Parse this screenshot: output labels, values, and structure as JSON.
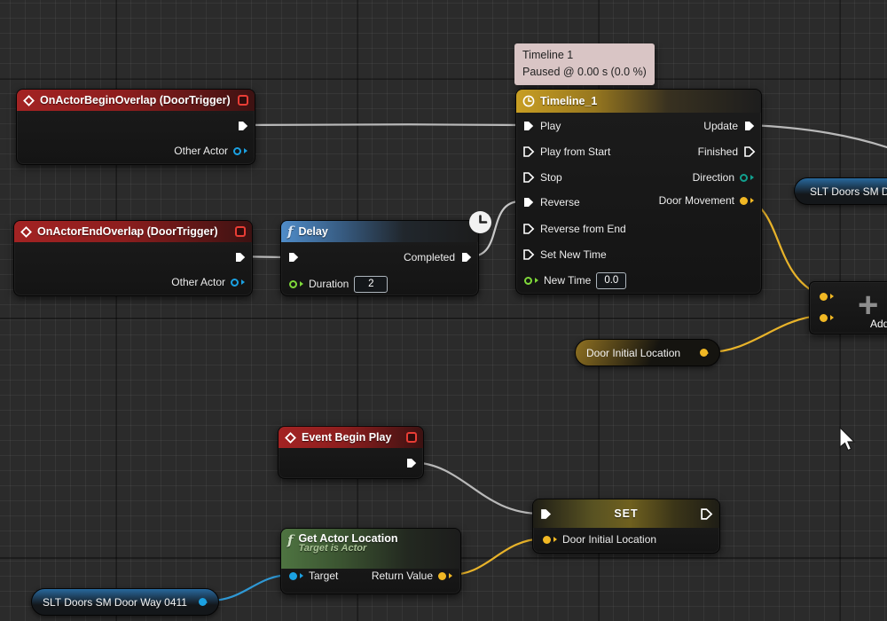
{
  "tooltip": {
    "title": "Timeline 1",
    "status": "Paused @ 0.00 s (0.0 %)"
  },
  "nodes": {
    "on_actor_begin_overlap": {
      "title": "OnActorBeginOverlap (DoorTrigger)",
      "output_pin": "Other Actor"
    },
    "on_actor_end_overlap": {
      "title": "OnActorEndOverlap (DoorTrigger)",
      "output_pin": "Other Actor"
    },
    "delay": {
      "title": "Delay",
      "completed": "Completed",
      "duration_label": "Duration",
      "duration_value": "2",
      "icon": "f"
    },
    "timeline": {
      "title": "Timeline_1",
      "inputs": [
        "Play",
        "Play from Start",
        "Stop",
        "Reverse",
        "Reverse from End",
        "Set New Time",
        "New Time"
      ],
      "new_time_value": "0.0",
      "outputs": [
        "Update",
        "Finished",
        "Direction",
        "Door Movement"
      ]
    },
    "slt_doors_sm_d": {
      "label": "SLT Doors SM D"
    },
    "add": {
      "symbol": "+",
      "label": "Add"
    },
    "door_initial_location_get": {
      "label": "Door Initial Location"
    },
    "event_begin_play": {
      "title": "Event Begin Play"
    },
    "set_node": {
      "title": "SET",
      "pin": "Door Initial Location"
    },
    "get_actor_location": {
      "title": "Get Actor Location",
      "subtitle": "Target is Actor",
      "target": "Target",
      "return_value": "Return Value",
      "icon": "f"
    },
    "slt_doors_sm_door_way": {
      "label": "SLT Doors SM Door Way 0411"
    }
  },
  "colors": {
    "exec_wire": "#b9b9b9",
    "vector_wire": "#e8b32a",
    "object_wire": "#2f98d4",
    "event_header": "#a32323",
    "function_header": "#4f8cc9",
    "pure_header": "#4e7441",
    "timeline_header": "#c89e23",
    "float_pin": "#7fd83a",
    "enum_pin": "#12a08e",
    "object_pin": "#1ba1e2",
    "vector_pin": "#f1b824"
  }
}
